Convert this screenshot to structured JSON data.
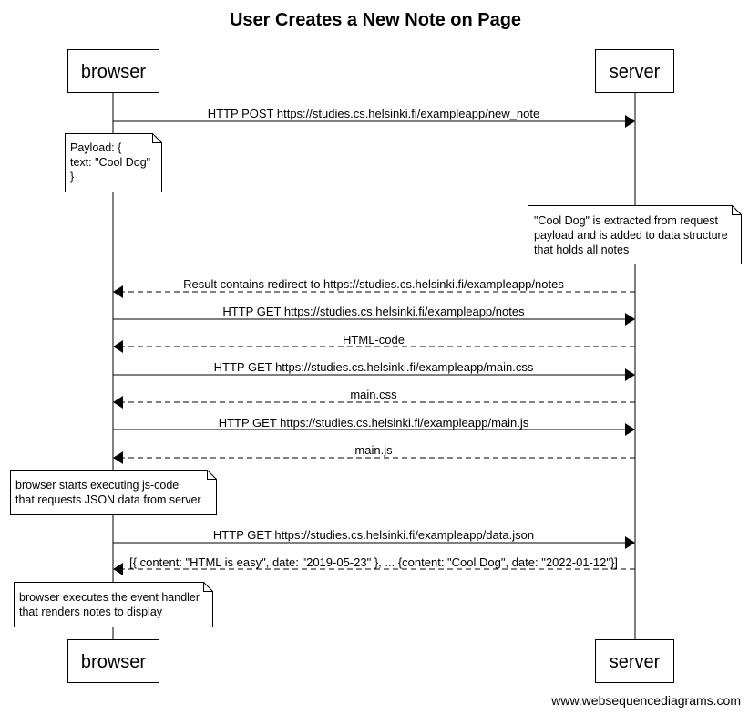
{
  "title": "User Creates a New Note on Page",
  "participants": [
    {
      "id": "browser",
      "label": "browser"
    },
    {
      "id": "server",
      "label": "server"
    }
  ],
  "messages": [
    {
      "from": "browser",
      "to": "server",
      "text": "HTTP POST https://studies.cs.helsinki.fi/exampleapp/new_note",
      "style": "solid"
    },
    {
      "from": "server",
      "to": "browser",
      "text": "Result contains redirect to https://studies.cs.helsinki.fi/exampleapp/notes",
      "style": "dashed"
    },
    {
      "from": "browser",
      "to": "server",
      "text": "HTTP GET https://studies.cs.helsinki.fi/exampleapp/notes",
      "style": "solid"
    },
    {
      "from": "server",
      "to": "browser",
      "text": "HTML-code",
      "style": "dashed"
    },
    {
      "from": "browser",
      "to": "server",
      "text": "HTTP GET https://studies.cs.helsinki.fi/exampleapp/main.css",
      "style": "solid"
    },
    {
      "from": "server",
      "to": "browser",
      "text": "main.css",
      "style": "dashed"
    },
    {
      "from": "browser",
      "to": "server",
      "text": "HTTP GET https://studies.cs.helsinki.fi/exampleapp/main.js",
      "style": "solid"
    },
    {
      "from": "server",
      "to": "browser",
      "text": "main.js",
      "style": "dashed"
    },
    {
      "from": "browser",
      "to": "server",
      "text": "HTTP GET https://studies.cs.helsinki.fi/exampleapp/data.json",
      "style": "solid"
    },
    {
      "from": "server",
      "to": "browser",
      "text": "[{ content: \"HTML is easy\", date: \"2019-05-23\" }, ... {content: \"Cool Dog\", date: \"2022-01-12\"}]",
      "style": "dashed"
    }
  ],
  "notes": [
    {
      "over": "browser",
      "lines": [
        "Payload: {",
        "text: \"Cool Dog\"",
        "}"
      ]
    },
    {
      "over": "server",
      "lines": [
        "\"Cool Dog\" is extracted from request",
        "payload and is added to data structure",
        "that holds all notes"
      ]
    },
    {
      "over": "browser",
      "lines": [
        "browser starts executing js-code",
        "that requests JSON data from server"
      ]
    },
    {
      "over": "browser",
      "lines": [
        "browser executes the event handler",
        "that renders notes to display"
      ]
    }
  ],
  "watermark": "www.websequencediagrams.com"
}
